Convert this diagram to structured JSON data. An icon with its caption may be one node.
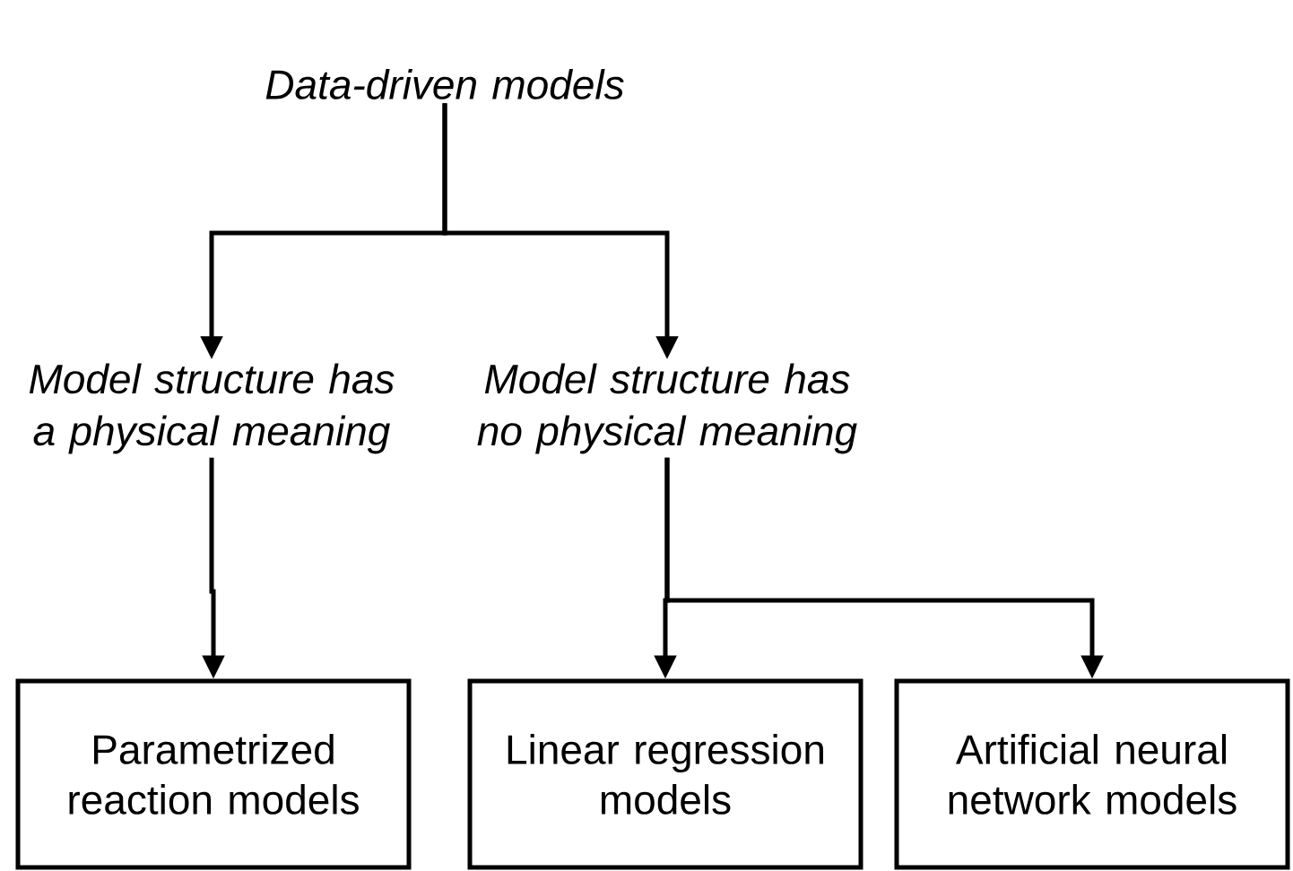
{
  "diagram": {
    "nodes": [
      {
        "text": [
          "Data-driven models"
        ]
      },
      {
        "text": [
          "Model structure has a physical meaning"
        ]
      },
      {
        "text": [
          "Model structure has no physical meaning"
        ]
      },
      {
        "text": [
          "Parametrized reaction models"
        ]
      },
      {
        "text": [
          "Linear regression models"
        ]
      },
      {
        "text": [
          "Artificial neural network models"
        ]
      }
    ],
    "edges": [
      {
        "from": 0,
        "to": 1,
        "arrow": "to"
      },
      {
        "from": 0,
        "to": 2,
        "arrow": "to"
      },
      {
        "from": 1,
        "to": 3,
        "arrow": "to"
      },
      {
        "from": 2,
        "to": 4,
        "arrow": "to"
      },
      {
        "from": 2,
        "to": 5,
        "arrow": "to"
      }
    ]
  }
}
